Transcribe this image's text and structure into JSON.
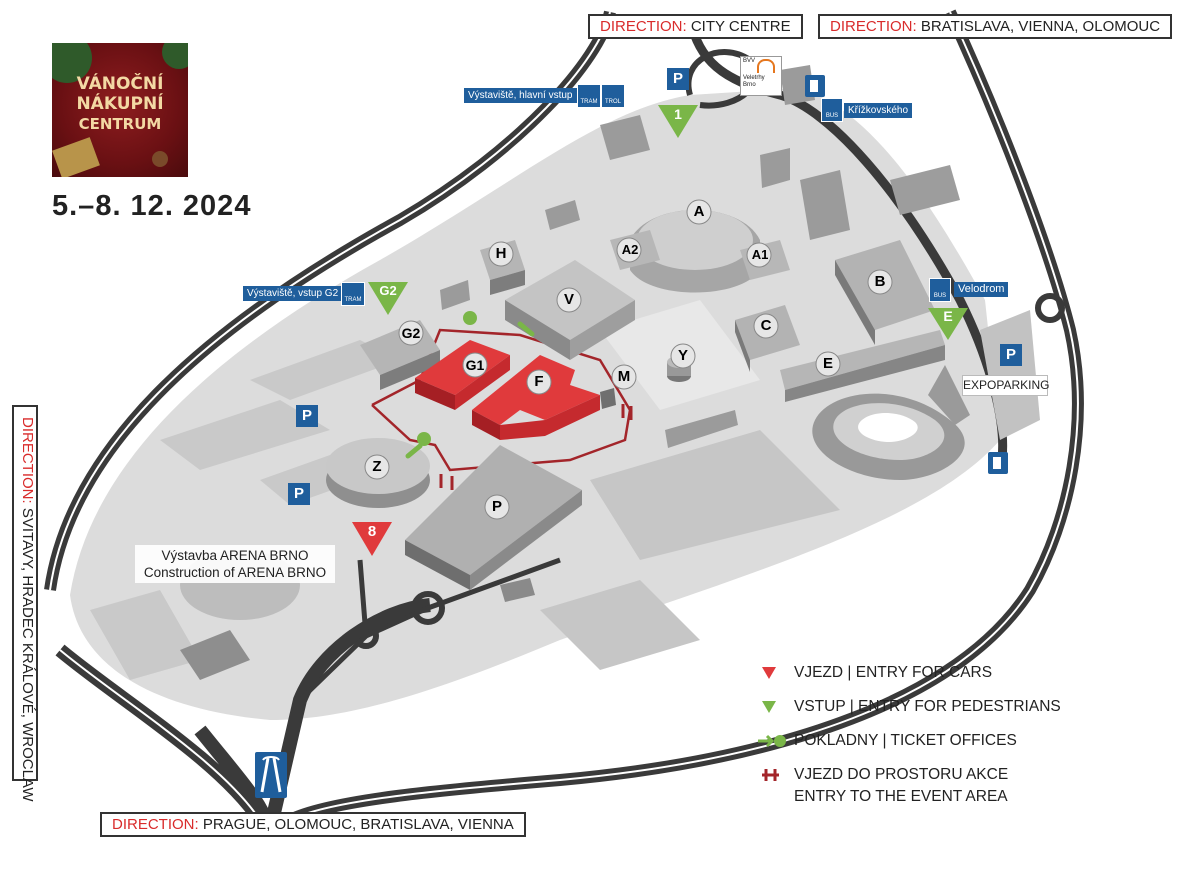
{
  "event": {
    "banner_line1": "VÁNOČNÍ",
    "banner_line2": "NÁKUPNÍ",
    "banner_line3": "CENTRUM",
    "dates": "5.–8. 12. 2024"
  },
  "directions": {
    "word": "DIRECTION:",
    "city_centre": "CITY CENTRE",
    "bratislava": "BRATISLAVA, VIENNA, OLOMOUC",
    "svitavy": "SVITAVY, HRADEC KRÁLOVÉ, WROCLAW",
    "prague": "PRAGUE, OLOMOUC, BRATISLAVA, VIENNA"
  },
  "stops": {
    "main": "Výstaviště, hlavní vstup",
    "g2": "Výstaviště, vstup G2",
    "krizkovskeho": "Křížkovského",
    "velodrom": "Velodrom",
    "tram": "TRAM",
    "trol": "TROL",
    "bus": "BUS"
  },
  "pavilions": {
    "a": "A",
    "a2": "A2",
    "a1": "A1",
    "b": "B",
    "c": "C",
    "e": "E",
    "f": "F",
    "g1": "G1",
    "g2": "G2",
    "h": "H",
    "m": "M",
    "p": "P",
    "v": "V",
    "y": "Y",
    "z": "Z"
  },
  "gates": {
    "g1": "1",
    "g2": "G2",
    "e": "E",
    "car8": "8"
  },
  "parking": {
    "label": "P",
    "expoparking": "EXPOPARKING"
  },
  "bvv_logo": {
    "line1": "BVV",
    "line2": "Veletrhy",
    "line3": "Brno"
  },
  "arena": {
    "line1": "Výstavba ARENA BRNO",
    "line2": "Construction of ARENA BRNO"
  },
  "legend": {
    "car_entry": "VJEZD | ENTRY FOR CARS",
    "ped_entry": "VSTUP | ENTRY FOR PEDESTRIANS",
    "tickets": "POKLADNY | TICKET OFFICES",
    "event_entry_line1": "VJEZD DO PROSTORU AKCE",
    "event_entry_line2": "ENTRY TO THE EVENT AREA"
  },
  "colors": {
    "highlight_red": "#e03a3c",
    "gate_green": "#7ab648",
    "sign_blue": "#1f5e9c",
    "road": "#3a3a3a",
    "building": "#a9a9a9",
    "ground": "#dcdcdc"
  }
}
